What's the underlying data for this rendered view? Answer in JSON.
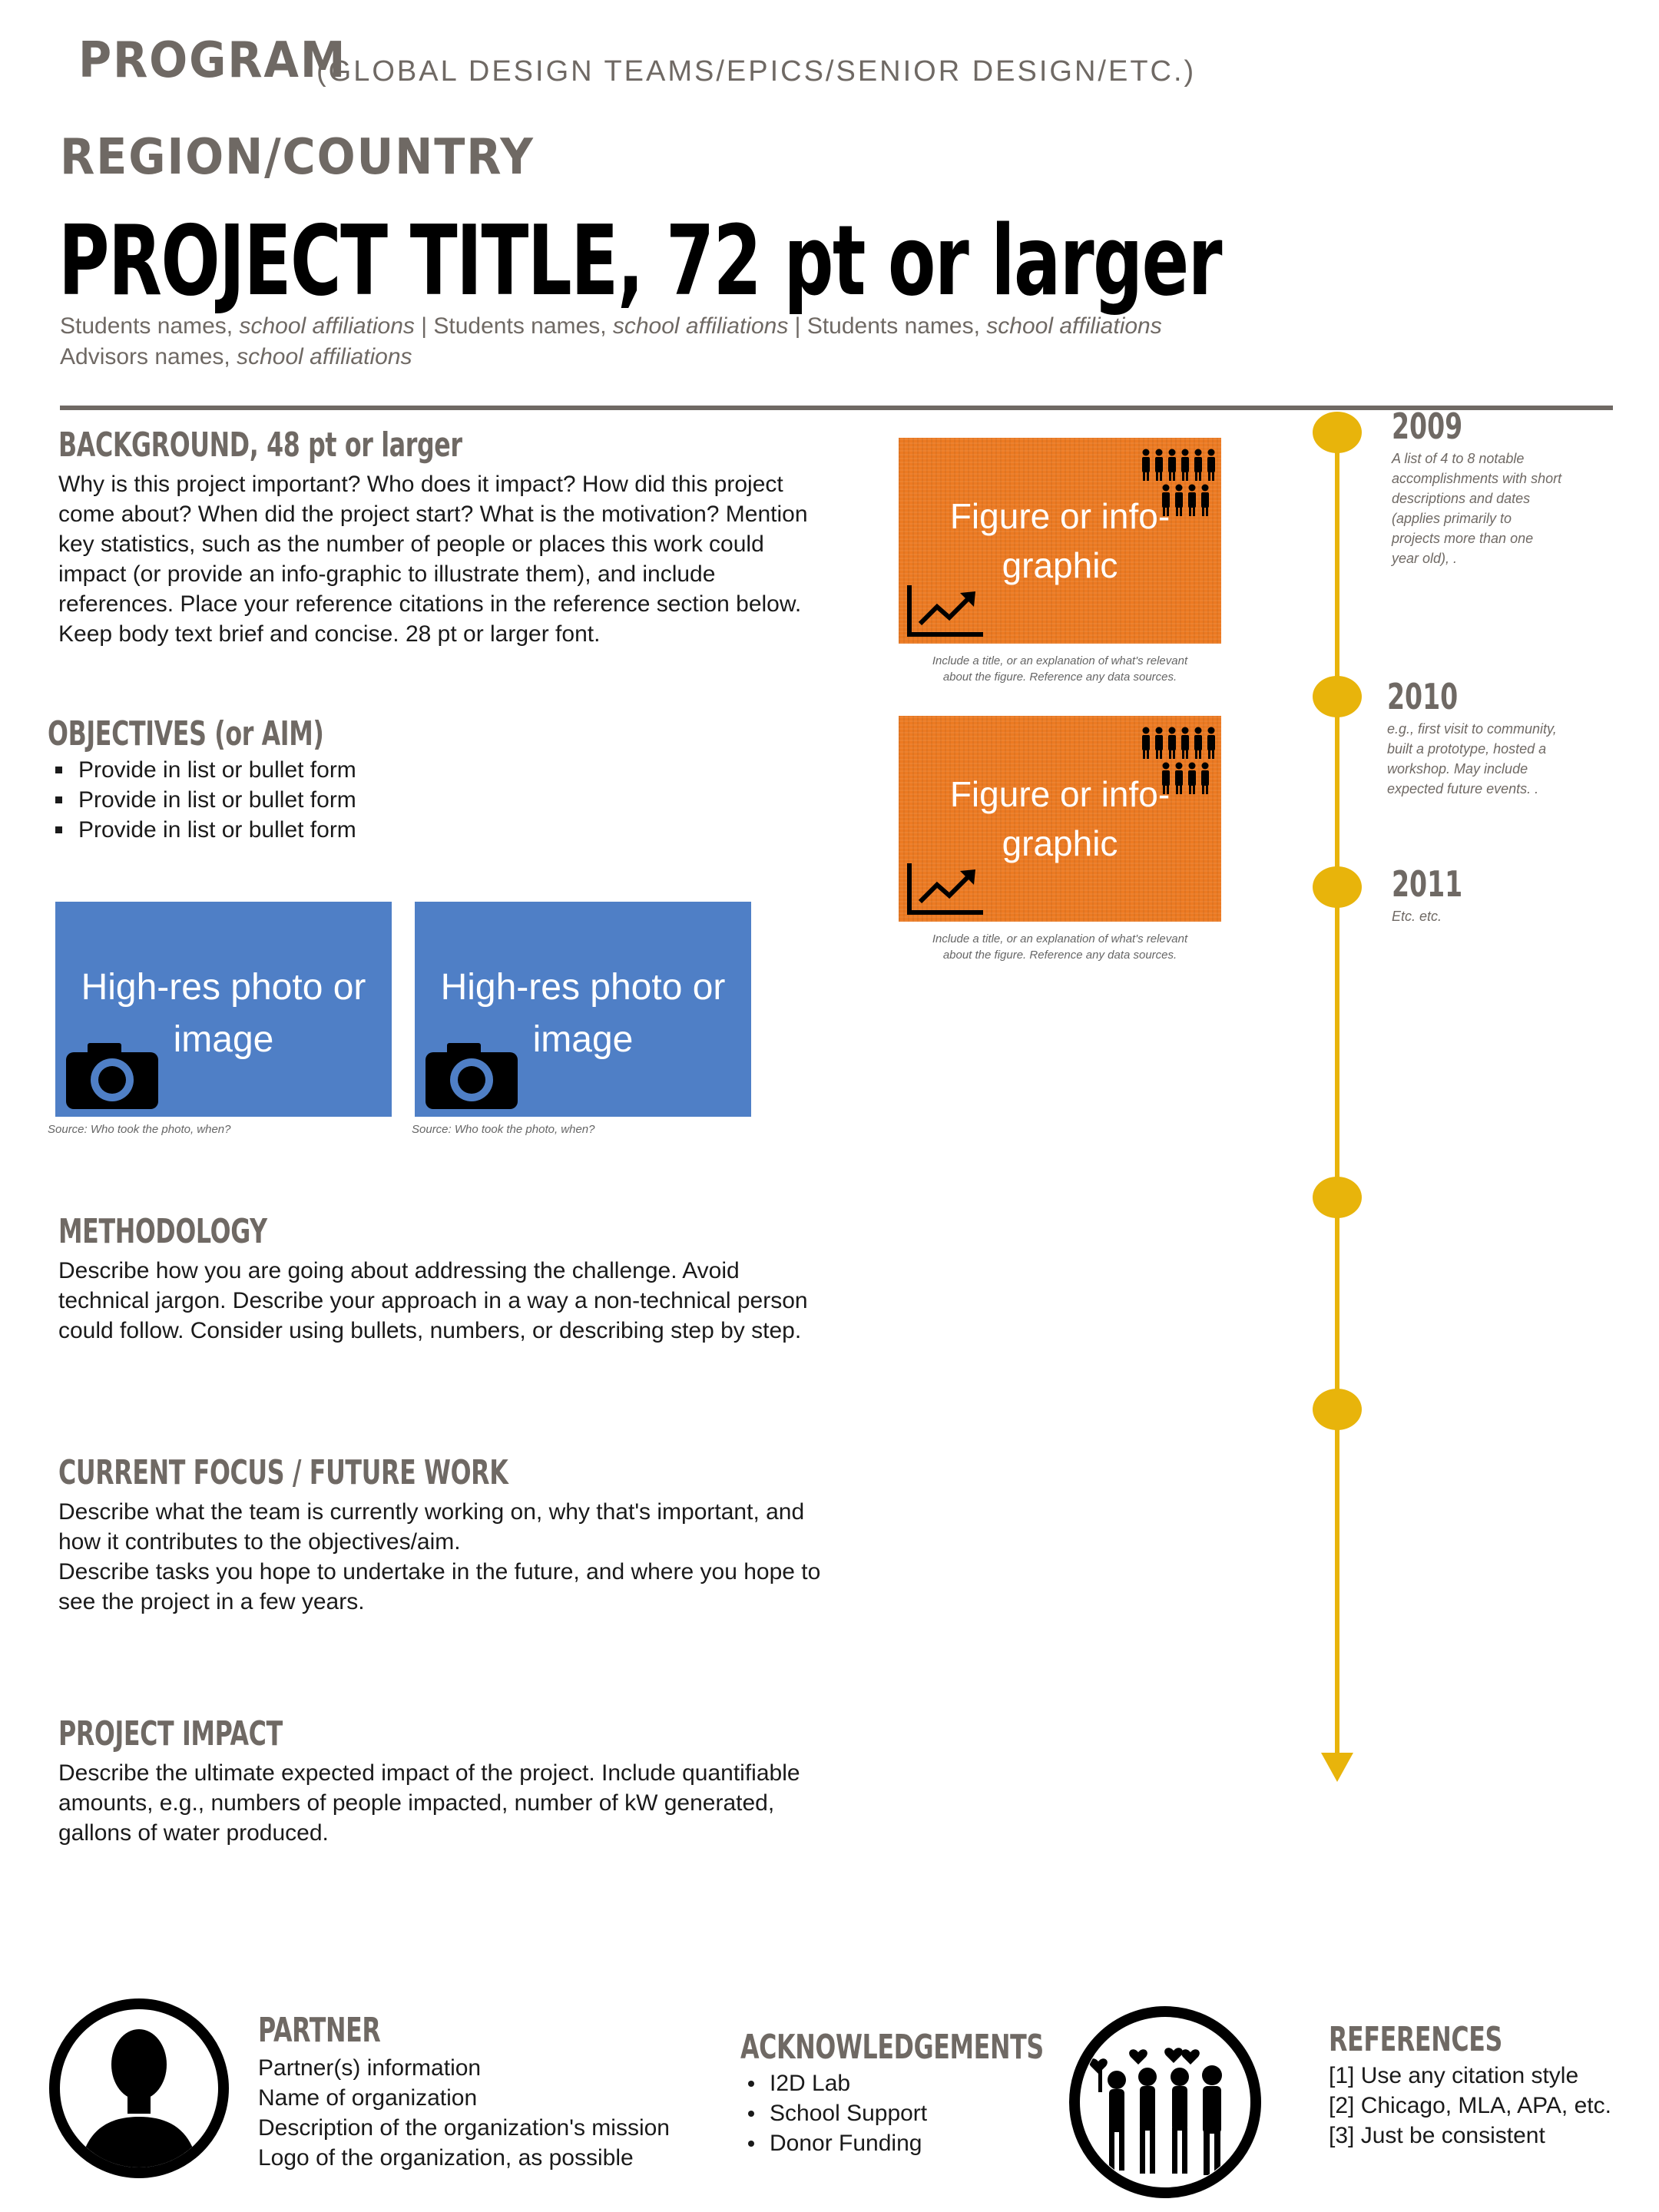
{
  "header": {
    "program_label": "PROGRAM",
    "program_sub": "(GLOBAL DESIGN TEAMS/EPICS/SENIOR DESIGN/ETC.)",
    "region": "REGION/COUNTRY",
    "title": "PROJECT TITLE, 72 pt or larger",
    "authors": [
      {
        "name": "Students names, ",
        "affil": "school affiliations"
      },
      {
        "name": "Students names, ",
        "affil": "school affiliations"
      },
      {
        "name": "Students names, ",
        "affil": "school affiliations"
      }
    ],
    "separator": " | ",
    "advisors": {
      "name": "Advisors names, ",
      "affil": "school affiliations"
    }
  },
  "background": {
    "title": "BACKGROUND, 48 pt or larger",
    "text": "Why is this project important? Who does it impact? How did this project come about? When did the project start? What is the motivation? Mention key statistics, such as the number of people or places this work could impact (or provide an info-graphic to illustrate them), and include references. Place your reference citations in the reference section below. Keep body text brief and concise. 28 pt or larger font."
  },
  "objectives": {
    "title": "OBJECTIVES (or AIM)",
    "items": [
      "Provide in list or bullet form",
      "Provide in list or bullet form",
      "Provide in list or bullet form"
    ]
  },
  "photos": [
    {
      "label": "High-res photo or image",
      "source": "Source: Who took the photo, when?",
      "icon": "camera-icon"
    },
    {
      "label": "High-res photo or image",
      "source": "Source: Who took the photo, when?",
      "icon": "camera-icon"
    }
  ],
  "figures": [
    {
      "label": "Figure or info-graphic",
      "caption_1": "Include a title, or an explanation of what's relevant",
      "caption_2": "about the figure. Reference any data sources.",
      "icons": [
        "people-group-icon",
        "trend-chart-icon"
      ]
    },
    {
      "label": "Figure or info-graphic",
      "caption_1": "Include a title, or an explanation of what's relevant",
      "caption_2": "about the figure. Reference any data sources.",
      "icons": [
        "people-group-icon",
        "trend-chart-icon"
      ]
    }
  ],
  "timeline": {
    "color": "#e8b40b",
    "events": [
      {
        "year": "2009",
        "text": "A list of 4 to 8 notable accomplishments with short descriptions and dates (applies primarily to projects more than one year old), ."
      },
      {
        "year": "2010",
        "text": "e.g., first visit to community, built a prototype, hosted a workshop. May include expected future events. ."
      },
      {
        "year": "2011",
        "text": "Etc. etc."
      }
    ]
  },
  "methodology": {
    "title": "METHODOLOGY",
    "text": "Describe how you are going about addressing the challenge. Avoid technical jargon. Describe your approach in a way a non-technical person could follow. Consider using bullets, numbers, or describing step by step."
  },
  "current_focus": {
    "title": "CURRENT FOCUS / FUTURE WORK",
    "text_1": "Describe what the team is currently working on, why that's important, and how it contributes to the objectives/aim.",
    "text_2": "Describe tasks you hope to undertake in the future, and where you hope to see the project in a few years."
  },
  "impact": {
    "title": "PROJECT IMPACT",
    "text": "Describe the ultimate expected impact of the project. Include quantifiable amounts, e.g., numbers of people impacted, number of kW generated, gallons of water produced."
  },
  "partner": {
    "title": "PARTNER",
    "lines": [
      "Partner(s) information",
      "Name of organization",
      "Description of the organization's mission",
      "Logo of the organization, as possible"
    ],
    "icon": "person-silhouette-icon"
  },
  "acknowledgements": {
    "title": "ACKNOWLEDGEMENTS",
    "items": [
      "I2D Lab",
      "School Support",
      "Donor Funding"
    ],
    "icon": "group-hearts-icon"
  },
  "references": {
    "title": "REFERENCES",
    "items": [
      "[1] Use any citation style",
      "[2] Chicago, MLA, APA, etc.",
      "[3] Just be consistent"
    ]
  },
  "colors": {
    "heading_gray": "#6f6964",
    "accent_yellow": "#e8b40b",
    "photo_blue": "#4f7fc6",
    "figure_orange": "#ec7a22"
  }
}
